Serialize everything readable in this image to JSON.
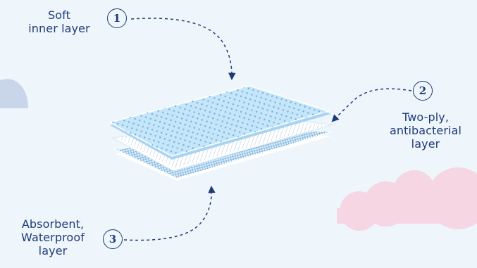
{
  "callouts": [
    {
      "number": "1",
      "lines": [
        "Soft",
        "inner layer"
      ]
    },
    {
      "number": "2",
      "lines": [
        "Two-ply,",
        "antibacterial",
        "layer"
      ]
    },
    {
      "number": "3",
      "lines": [
        "Absorbent,",
        "Waterproof",
        "layer"
      ]
    }
  ],
  "colors": {
    "background": "#eef6fc",
    "ink": "#1f3a78",
    "top_layer": "#bfe0f6",
    "dots": "#7cc0ea",
    "cloud_left": "#c9d6ea",
    "cloud_right": "#f6d6e2"
  }
}
